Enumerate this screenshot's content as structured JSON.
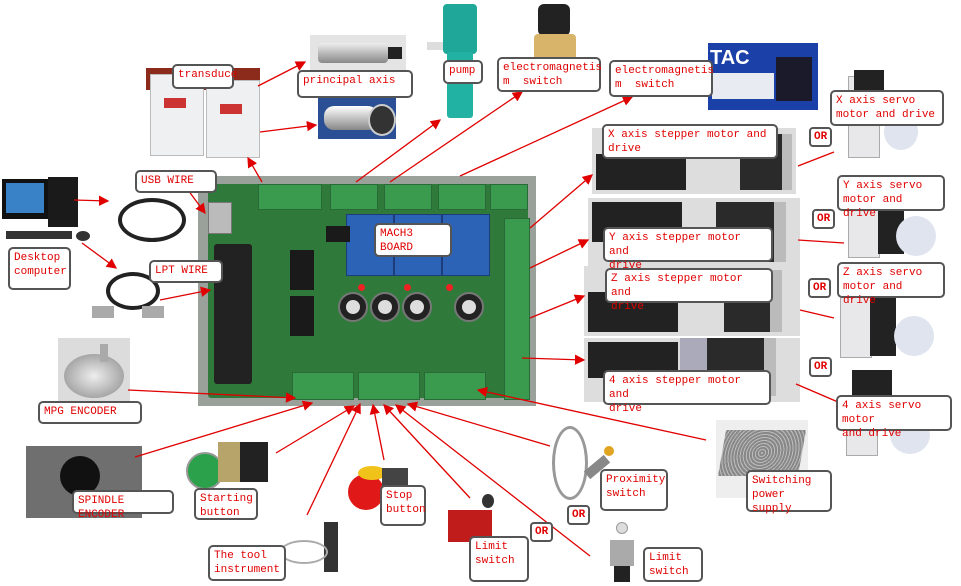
{
  "diagram": {
    "center": {
      "label": "MACH3 BOARD"
    },
    "labels": {
      "transducer": "transduce",
      "principal_axis": "principal axis",
      "pump": "pump",
      "electromagnetism_switch_1": "electromagnetis\nm  switch",
      "electromagnetism_switch_2": "electromagnetis\nm  switch",
      "usb_wire": "USB WIRE",
      "desktop_computer": "Desktop\ncomputer",
      "lpt_wire": "LPT WIRE",
      "mpg_encoder": "MPG ENCODER",
      "spindle_encoder": "SPINDLE ENCODER",
      "starting_button": "Starting\nbutton",
      "tool_instrument": "The tool\ninstrument",
      "stop_button": "Stop\nbutton",
      "limit_switch_1": "Limit\nswitch",
      "limit_switch_2": "Limit\nswitch",
      "proximity_switch": "Proximity\nswitch",
      "switching_power_supply": "Switching\npower supply",
      "x_stepper": "X axis stepper motor and\ndrive",
      "y_stepper": "Y axis stepper motor and\ndrive",
      "z_stepper": "Z axis stepper motor and\ndrive",
      "a4_stepper": "4 axis stepper motor and\ndrive",
      "x_servo": "X axis servo\nmotor and drive",
      "y_servo": "Y axis servo\nmotor and drive",
      "z_servo": "Z axis servo\nmotor and drive",
      "a4_servo": "4 axis servo motor\nand drive"
    },
    "or_label": "OR",
    "colors": {
      "text": "#e00000",
      "arrow": "#e00000",
      "border": "#555555"
    }
  }
}
